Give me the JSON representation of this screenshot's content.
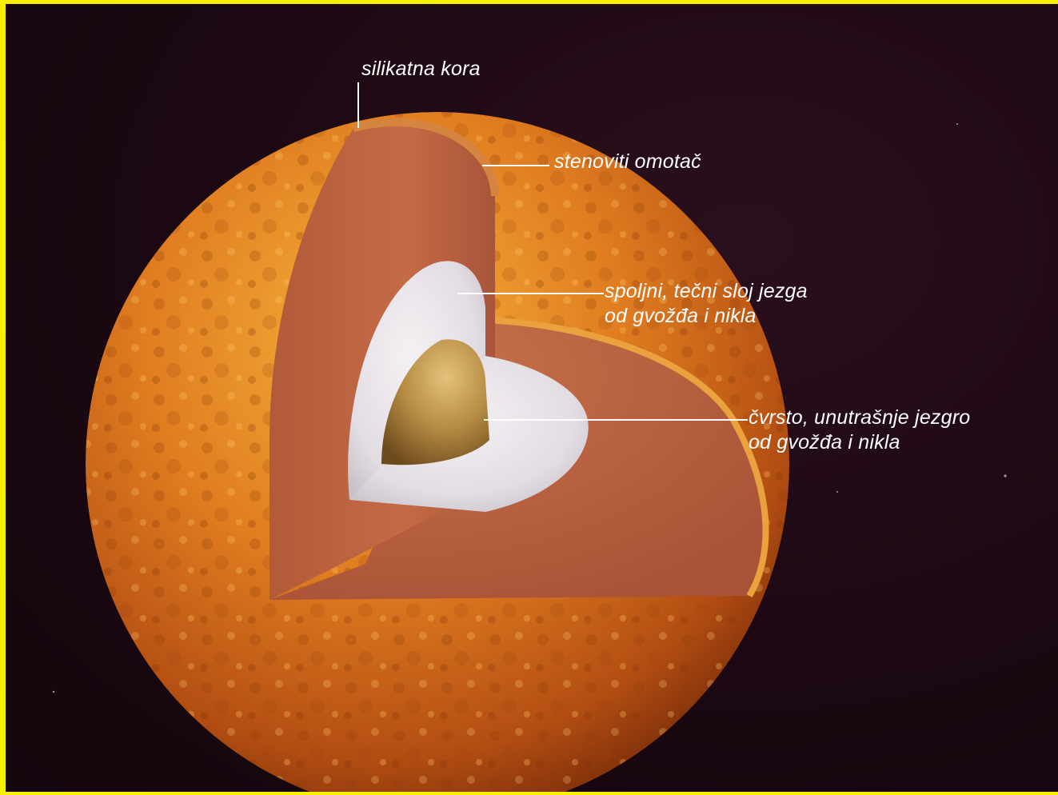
{
  "colors": {
    "border": "#f7f000",
    "background": "#1b0812",
    "surface": "#d9771f",
    "mantle": "#c0653d",
    "outer_core": "#e4e1e2",
    "inner_core": "#b8904a",
    "label_text": "#ffffff"
  },
  "labels": {
    "crust": "silikatna kora",
    "mantle": "stenoviti omotač",
    "outer_core_line1": "spoljni, tečni sloj jezga",
    "outer_core_line2": "od gvožđa i nikla",
    "inner_core_line1": "čvrsto, unutrašnje jezgro",
    "inner_core_line2": "od gvožđa i nikla"
  }
}
